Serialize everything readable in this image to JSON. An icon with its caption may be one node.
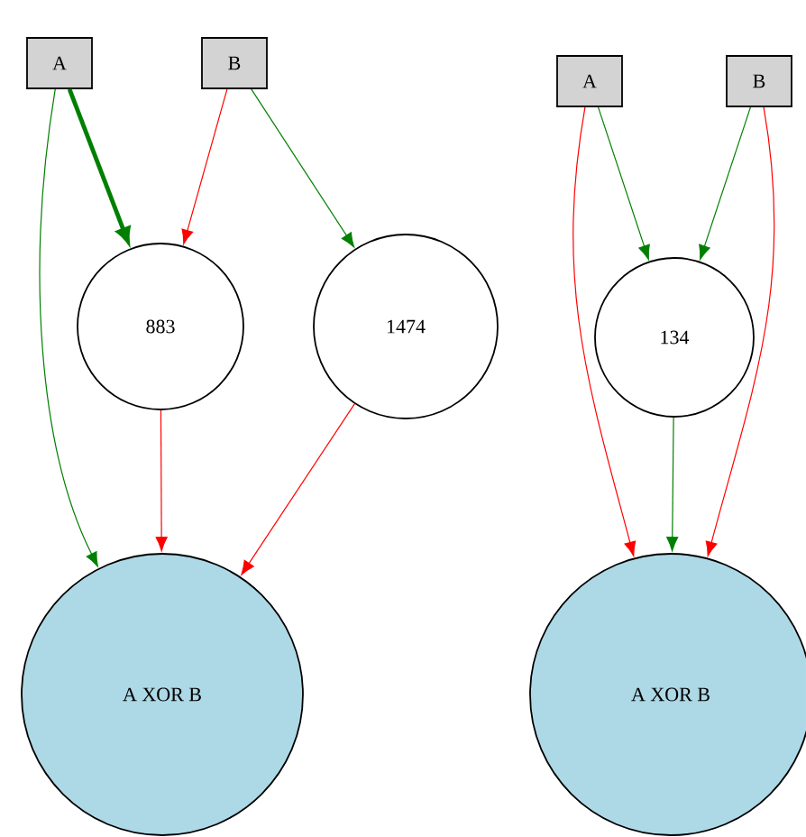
{
  "diagram": {
    "nodes": [
      {
        "text": [
          "A"
        ]
      },
      {
        "text": [
          "B"
        ]
      },
      {
        "text": [
          "883"
        ]
      },
      {
        "text": [
          "1474"
        ]
      },
      {
        "text": [
          "A XOR B"
        ]
      },
      {
        "text": [
          "A"
        ]
      },
      {
        "text": [
          "B"
        ]
      },
      {
        "text": [
          "134"
        ]
      },
      {
        "text": [
          "A XOR B"
        ]
      }
    ],
    "edges": [
      {
        "from": 0,
        "to": 2,
        "arrow": "to",
        "style": "thick"
      },
      {
        "from": 0,
        "to": 4,
        "arrow": "to"
      },
      {
        "from": 1,
        "to": 2,
        "arrow": "to",
        "color": "#ff0000"
      },
      {
        "from": 1,
        "to": 3,
        "arrow": "to"
      },
      {
        "from": 2,
        "to": 4,
        "arrow": "to",
        "color": "#ff0000"
      },
      {
        "from": 3,
        "to": 4,
        "arrow": "to",
        "color": "#ff0000"
      },
      {
        "from": 5,
        "to": 7,
        "arrow": "to"
      },
      {
        "from": 5,
        "to": 8,
        "arrow": "to",
        "color": "#ff0000"
      },
      {
        "from": 6,
        "to": 7,
        "arrow": "to"
      },
      {
        "from": 6,
        "to": 8,
        "arrow": "to",
        "color": "#ff0000"
      },
      {
        "from": 7,
        "to": 8,
        "arrow": "to"
      }
    ]
  }
}
